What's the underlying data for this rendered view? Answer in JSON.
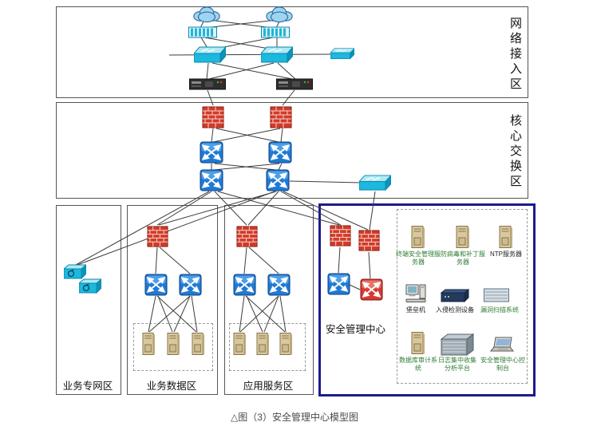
{
  "caption": "△图（3）安全管理中心模型图",
  "zones": {
    "network_access": {
      "label": "网络接入区"
    },
    "core_switching": {
      "label": "核心交换区"
    },
    "business_private": {
      "label": "业务专网区"
    },
    "business_data": {
      "label": "业务数据区"
    },
    "app_service": {
      "label": "应用服务区"
    },
    "security_center": {
      "label": "安全管理中心"
    }
  },
  "security_items": [
    {
      "label": "终端安全管理服务器",
      "color": "#2e7d32"
    },
    {
      "label": "防病毒和补丁服务器",
      "color": "#2e7d32"
    },
    {
      "label": "NTP服务器",
      "color": "#222222"
    },
    {
      "label": "堡垒机",
      "color": "#222222"
    },
    {
      "label": "入侵检测设备",
      "color": "#222222"
    },
    {
      "label": "漏洞扫描系统",
      "color": "#2e7d32"
    },
    {
      "label": "数据库审计系统",
      "color": "#2e7d32"
    },
    {
      "label": "日志集中收集分析平台",
      "color": "#2e7d32"
    },
    {
      "label": "安全管理中心控制台",
      "color": "#2e7d32"
    }
  ],
  "colors": {
    "security_zone_border": "#1b1b8f",
    "firewall_red": "#d23b2a",
    "switch_blue": "#1f7ad4",
    "device_cyan": "#1cb8dd"
  }
}
